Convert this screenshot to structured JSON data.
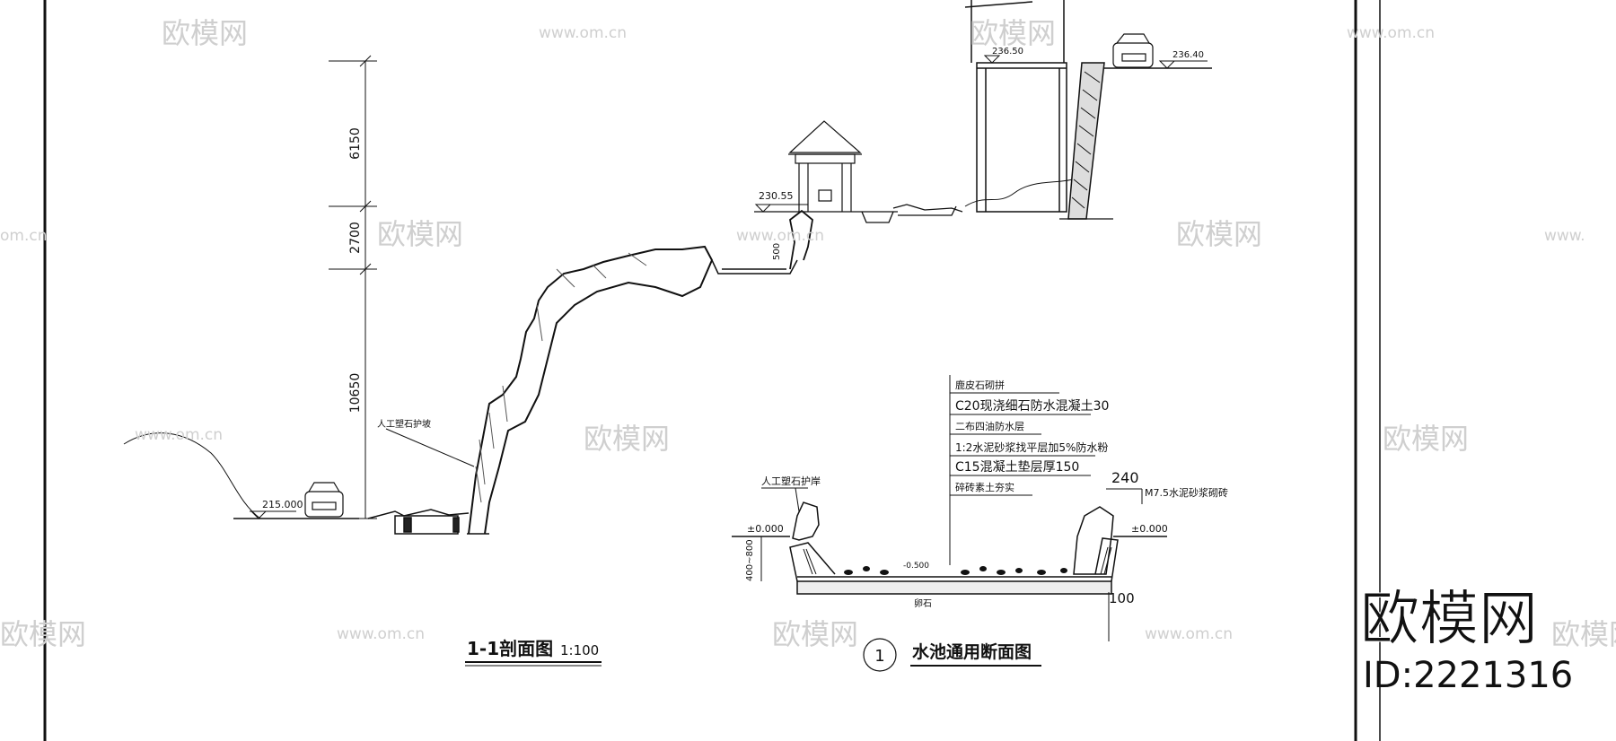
{
  "section_drawing": {
    "title": "1-1剖面图",
    "scale": "1:100",
    "dimensions": [
      "6150",
      "2700",
      "10650",
      "500"
    ],
    "elevations": {
      "road_low": "215.000",
      "pavilion": "230.55",
      "terrace": "236.50",
      "road_high": "236.40"
    },
    "labels": {
      "rock_bank": "人工塑石护坡"
    }
  },
  "pool_section": {
    "number": "1",
    "title": "水池通用断面图",
    "layers": [
      "鹿皮石砌拼",
      "C20现浇细石防水混凝土30",
      "二布四油防水层",
      "1:2水泥砂浆找平层加5%防水粉",
      "C15混凝土垫层厚150",
      "碎砖素土夯实"
    ],
    "left_label": "人工塑石护岸",
    "right_label": "M7.5水泥砂浆砌砖",
    "wall_dim": "240",
    "bottom_dim": "100",
    "depth_dim": "400~800",
    "level_left": "±0.000",
    "level_right": "±0.000",
    "water_level": "-0.500",
    "base_label": "卵石"
  },
  "watermark": {
    "brand": "欧模网",
    "url": "www.om.cn",
    "url_partial": "om.cn",
    "url_left": "www.",
    "id": "ID:2221316"
  }
}
